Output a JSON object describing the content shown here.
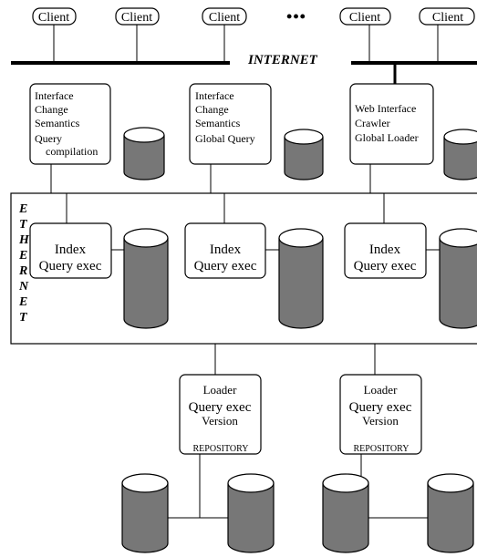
{
  "clients": [
    "Client",
    "Client",
    "Client",
    "Client",
    "Client"
  ],
  "ellipsis": "•••",
  "internet_label": "INTERNET",
  "ethernet_letters": [
    "E",
    "T",
    "H",
    "E",
    "R",
    "N",
    "E",
    "T"
  ],
  "front_servers": [
    {
      "lines": [
        "Interface",
        "Change",
        "Semantics",
        "Query",
        "compilation"
      ]
    },
    {
      "lines": [
        "Interface",
        "Change",
        "Semantics",
        "Global Query"
      ]
    },
    {
      "lines": [
        "Web Interface",
        "Crawler",
        "Global Loader"
      ]
    }
  ],
  "index_nodes": [
    {
      "title": "Index",
      "subtitle": "Query exec"
    },
    {
      "title": "Index",
      "subtitle": "Query exec"
    },
    {
      "title": "Index",
      "subtitle": "Query exec"
    }
  ],
  "loaders": [
    {
      "title": "Loader",
      "subtitle": "Query exec",
      "version": "Version",
      "footer": "REPOSITORY"
    },
    {
      "title": "Loader",
      "subtitle": "Query exec",
      "version": "Version",
      "footer": "REPOSITORY"
    }
  ],
  "colors": {
    "disk_fill": "#777777",
    "line": "#000000",
    "background": "#ffffff"
  }
}
